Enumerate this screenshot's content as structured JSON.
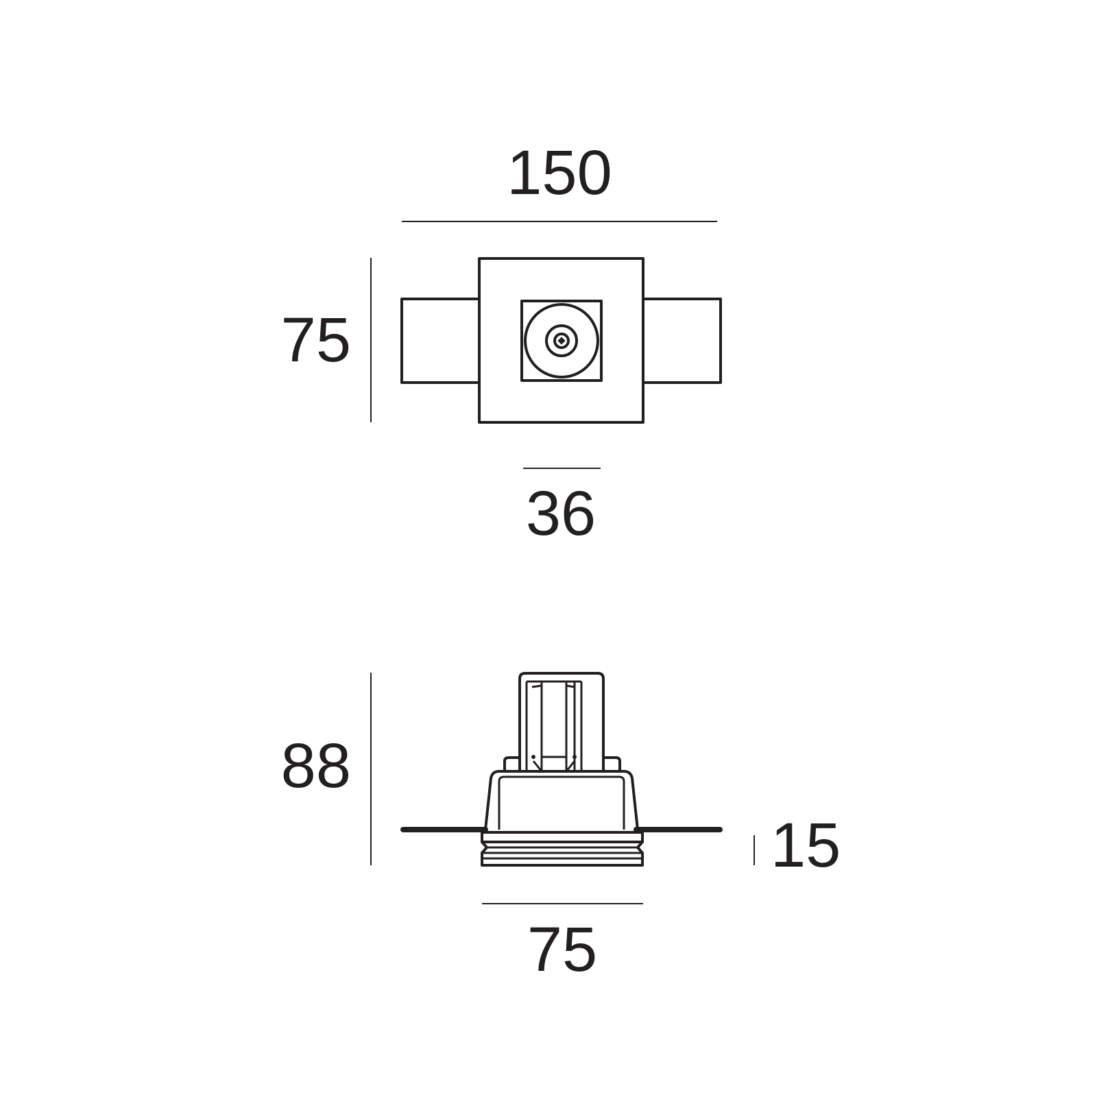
{
  "top_view": {
    "width_label": "150",
    "height_label": "75",
    "inner_width_label": "36"
  },
  "side_view": {
    "height_label": "88",
    "trim_height_label": "15",
    "width_label": "75"
  },
  "colors": {
    "line": "#231f20",
    "background": "#ffffff"
  }
}
